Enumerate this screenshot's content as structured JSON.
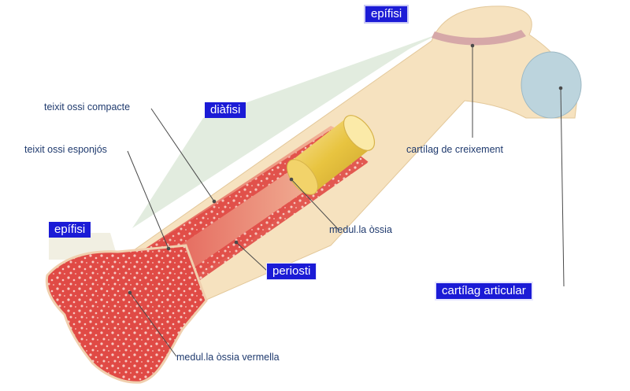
{
  "colors": {
    "tag_background": "#1b1bd6",
    "tag_text": "#ffffff",
    "label_text": "#1f3a6e",
    "leader_line": "#4a4a4a",
    "bone_pale": "#f6e2bf",
    "marrow_red": "#e04a45",
    "yellow_marrow": "#e8c440",
    "articular_cartilage": "#bcd4dd",
    "growth_cartilage": "#d6a8a8",
    "highlight_green": "#dfeadb"
  },
  "tags": {
    "epifisi_top": "epífisi",
    "diafisi": "diàfisi",
    "epifisi_left": "epífisi",
    "periosti": "periosti",
    "cartilag_articular": "cartílag articular"
  },
  "labels": {
    "teixit_compacte": "teixit ossi compacte",
    "teixit_esponjos": "teixit ossi esponjós",
    "cartilag_creixement": "cartílag de creixement",
    "medulla_ossia": "medul.la òssia",
    "medulla_vermella": "medul.la òssia vermella"
  }
}
